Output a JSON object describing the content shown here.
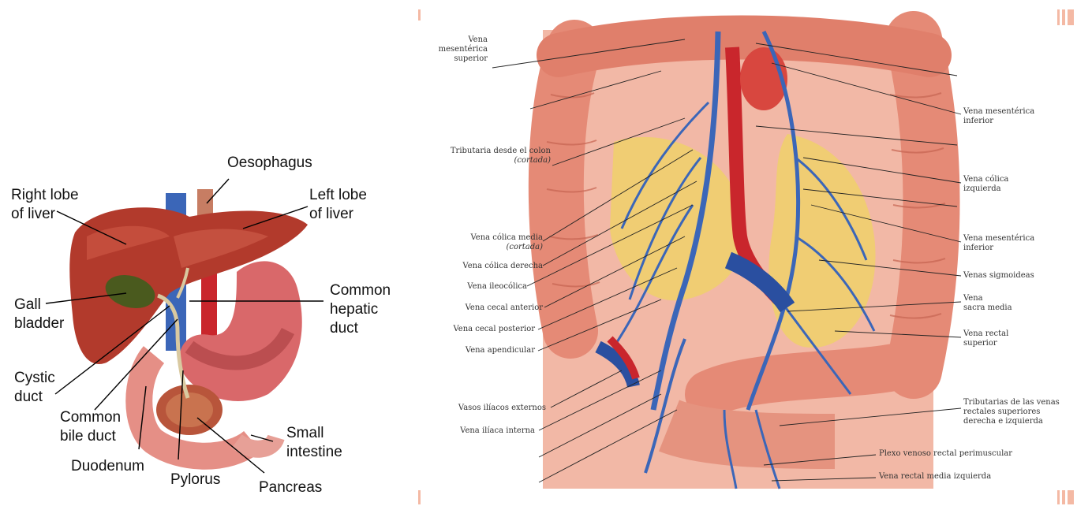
{
  "left_figure": {
    "labels": {
      "oesophagus": "Oesophagus",
      "right_lobe": "Right lobe\nof liver",
      "left_lobe": "Left lobe\nof liver",
      "gall_bladder": "Gall\nbladder",
      "common_hepatic_duct": "Common\nhepatic\nduct",
      "cystic_duct": "Cystic\nduct",
      "common_bile_duct": "Common\nbile duct",
      "small_intestine": "Small\nintestine",
      "duodenum": "Duodenum",
      "pylorus": "Pylorus",
      "pancreas": "Pancreas"
    }
  },
  "right_figure": {
    "left_labels": {
      "vena_mes_sup": "Vena\nmesentérica\nsuperior",
      "tributaria": "Tributaria desde el colon",
      "tributaria_note": "(cortada)",
      "colica_media": "Vena cólica media",
      "colica_media_note": "(cortada)",
      "colica_derecha": "Vena cólica derecha",
      "ileocolica": "Vena ileocólica",
      "cecal_anterior": "Vena cecal anterior",
      "cecal_posterior": "Vena cecal posterior",
      "apendicular": "Vena apendicular",
      "iliacos_externos": "Vasos ilíacos externos",
      "iliaca_interna": "Vena ilíaca interna"
    },
    "right_labels": {
      "mes_inf_1": "Vena mesentérica\ninferior",
      "colica_izq": "Vena cólica\nizquierda",
      "mes_inf_2": "Vena mesentérica\ninferior",
      "sigmoideas": "Venas sigmoideas",
      "sacra_media": "Vena\nsacra media",
      "rectal_sup": "Vena rectal\nsuperior",
      "tributarias": "Tributarias de las venas\nrectales superiores\nderecha e izquierda",
      "plexo": "Plexo venoso rectal perimuscular",
      "rectal_media": "Vena rectal media izquierda"
    }
  },
  "colors": {
    "liver": "#b23a2c",
    "gall": "#4a5a1e",
    "stomach": "#d9686a",
    "vein_blue": "#3b66b8",
    "artery_red": "#c9262c",
    "colon": "#e58a76",
    "fat": "#f0d06a",
    "accent": "#f4b9a4"
  }
}
